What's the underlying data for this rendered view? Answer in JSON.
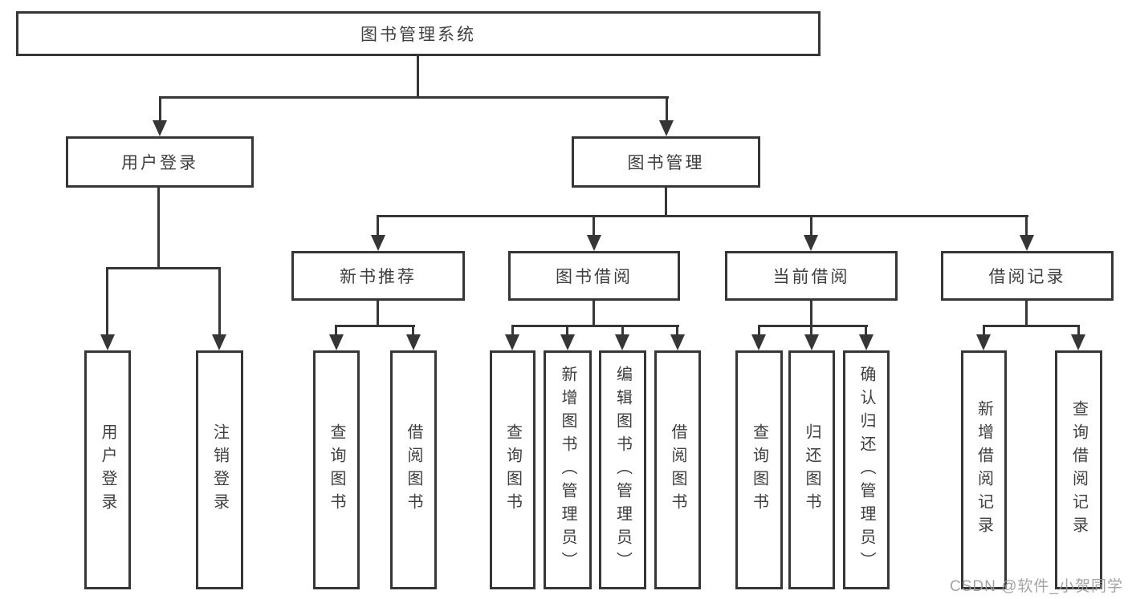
{
  "diagram": {
    "title": "图书管理系统",
    "level1": {
      "user_login": "用户登录",
      "book_mgmt": "图书管理"
    },
    "level2": {
      "new_book_rec": "新书推荐",
      "book_borrow": "图书借阅",
      "current_borrow": "当前借阅",
      "borrow_record": "借阅记录"
    },
    "leaves": {
      "ul_login": "用户登录",
      "ul_logout": "注销登录",
      "nb_query": "查询图书",
      "nb_borrow": "借阅图书",
      "bb_query": "查询图书",
      "bb_add": "新增图书（管理员）",
      "bb_edit": "编辑图书（管理员）",
      "bb_borrow": "借阅图书",
      "cb_query": "查询图书",
      "cb_return": "归还图书",
      "cb_confirm": "确认归还（管理员）",
      "br_add": "新增借阅记录",
      "br_query": "查询借阅记录"
    }
  },
  "watermark": "CSDN @软件_小贺同学",
  "colors": {
    "line": "#363636",
    "text": "#3f3f3f",
    "watermark": "#9b9b9b",
    "background": "#ffffff"
  }
}
